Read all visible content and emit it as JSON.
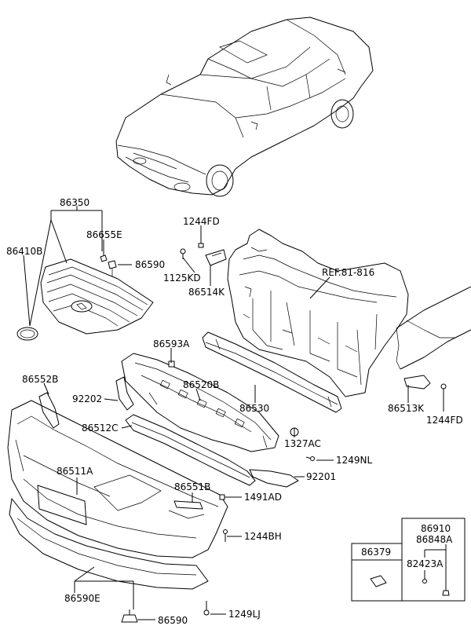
{
  "labels": {
    "p86350": "86350",
    "p86655E": "86655E",
    "p86410B": "86410B",
    "p86590_top": "86590",
    "p1244FD_top": "1244FD",
    "p1125KD": "1125KD",
    "p86514K": "86514K",
    "ref": "REF.81-816",
    "p86593A": "86593A",
    "p86552B": "86552B",
    "p86520B": "86520B",
    "p92202": "92202",
    "p86530": "86530",
    "p86513K": "86513K",
    "p1244FD_right": "1244FD",
    "p86512C": "86512C",
    "p1327AC": "1327AC",
    "p1249NL": "1249NL",
    "p86511A": "86511A",
    "p92201": "92201",
    "p86551B": "86551B",
    "p1491AD": "1491AD",
    "p1244BH": "1244BH",
    "p86590E": "86590E",
    "p86590_bottom": "86590",
    "p1249LJ": "1249LJ",
    "box_86379": "86379",
    "box_86910": "86910",
    "box_86848A": "86848A",
    "box_82423A": "82423A"
  }
}
